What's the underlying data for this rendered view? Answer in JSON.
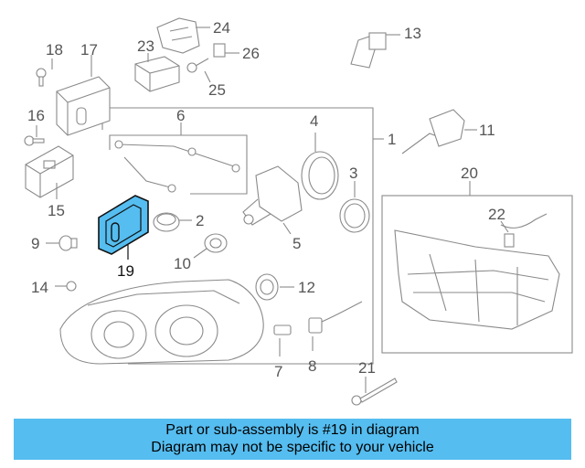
{
  "callouts": {
    "n1": "1",
    "n2": "2",
    "n3": "3",
    "n4": "4",
    "n5": "5",
    "n6": "6",
    "n7": "7",
    "n8": "8",
    "n9": "9",
    "n10": "10",
    "n11": "11",
    "n12": "12",
    "n13": "13",
    "n14": "14",
    "n15": "15",
    "n16": "16",
    "n17": "17",
    "n18": "18",
    "n19": "19",
    "n20": "20",
    "n21": "21",
    "n22": "22",
    "n23": "23",
    "n24": "24",
    "n25": "25",
    "n26": "26"
  },
  "highlight": {
    "part": "19",
    "fill_color": "#55bdf0",
    "stroke_color": "#111111"
  },
  "caption": {
    "line1": "Part or sub-assembly is #19 in diagram",
    "line2": "Diagram may not be specific to your vehicle",
    "background": "#55bdf0"
  }
}
